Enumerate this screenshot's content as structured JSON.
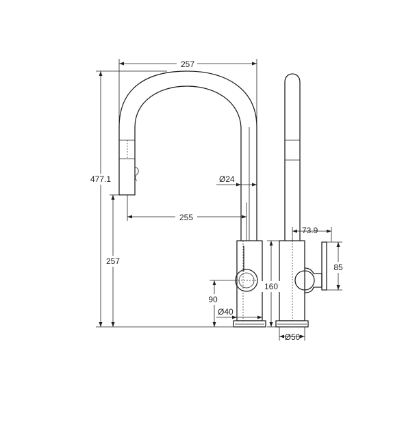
{
  "dimensions": {
    "overall_width": "257",
    "overall_height": "477.1",
    "spout_reach": "255",
    "spout_outlet_height": "257",
    "hose_diameter": "Ø24",
    "handle_height": "90",
    "base_diameter": "Ø40",
    "handle_offset": "73.9",
    "handle_lever_height": "85",
    "body_height": "160",
    "body_diameter": "Ø50"
  },
  "colors": {
    "line": "#231f20",
    "background": "#ffffff"
  }
}
